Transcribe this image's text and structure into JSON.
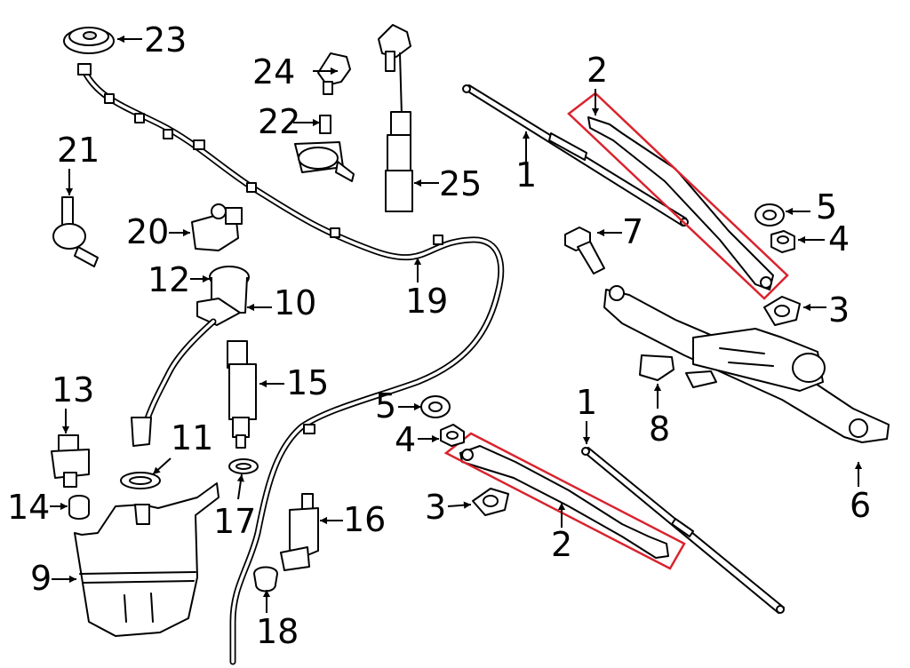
{
  "colors": {
    "highlight": "#d9232e",
    "ink": "#000000",
    "background": "#ffffff"
  },
  "callouts": [
    {
      "id": "c23",
      "text": "23"
    },
    {
      "id": "c24",
      "text": "24"
    },
    {
      "id": "c22",
      "text": "22"
    },
    {
      "id": "c25",
      "text": "25"
    },
    {
      "id": "c21",
      "text": "21"
    },
    {
      "id": "c20",
      "text": "20"
    },
    {
      "id": "c19",
      "text": "19"
    },
    {
      "id": "c12",
      "text": "12"
    },
    {
      "id": "c10",
      "text": "10"
    },
    {
      "id": "c15",
      "text": "15"
    },
    {
      "id": "c13",
      "text": "13"
    },
    {
      "id": "c11",
      "text": "11"
    },
    {
      "id": "c14",
      "text": "14"
    },
    {
      "id": "c17",
      "text": "17"
    },
    {
      "id": "c16",
      "text": "16"
    },
    {
      "id": "c9",
      "text": "9"
    },
    {
      "id": "c18",
      "text": "18"
    },
    {
      "id": "c2a",
      "text": "2"
    },
    {
      "id": "c1a",
      "text": "1"
    },
    {
      "id": "c7",
      "text": "7"
    },
    {
      "id": "c5a",
      "text": "5"
    },
    {
      "id": "c4a",
      "text": "4"
    },
    {
      "id": "c3a",
      "text": "3"
    },
    {
      "id": "c8",
      "text": "8"
    },
    {
      "id": "c6",
      "text": "6"
    },
    {
      "id": "c1b",
      "text": "1"
    },
    {
      "id": "c5b",
      "text": "5"
    },
    {
      "id": "c4b",
      "text": "4"
    },
    {
      "id": "c3b",
      "text": "3"
    },
    {
      "id": "c2b",
      "text": "2"
    }
  ]
}
